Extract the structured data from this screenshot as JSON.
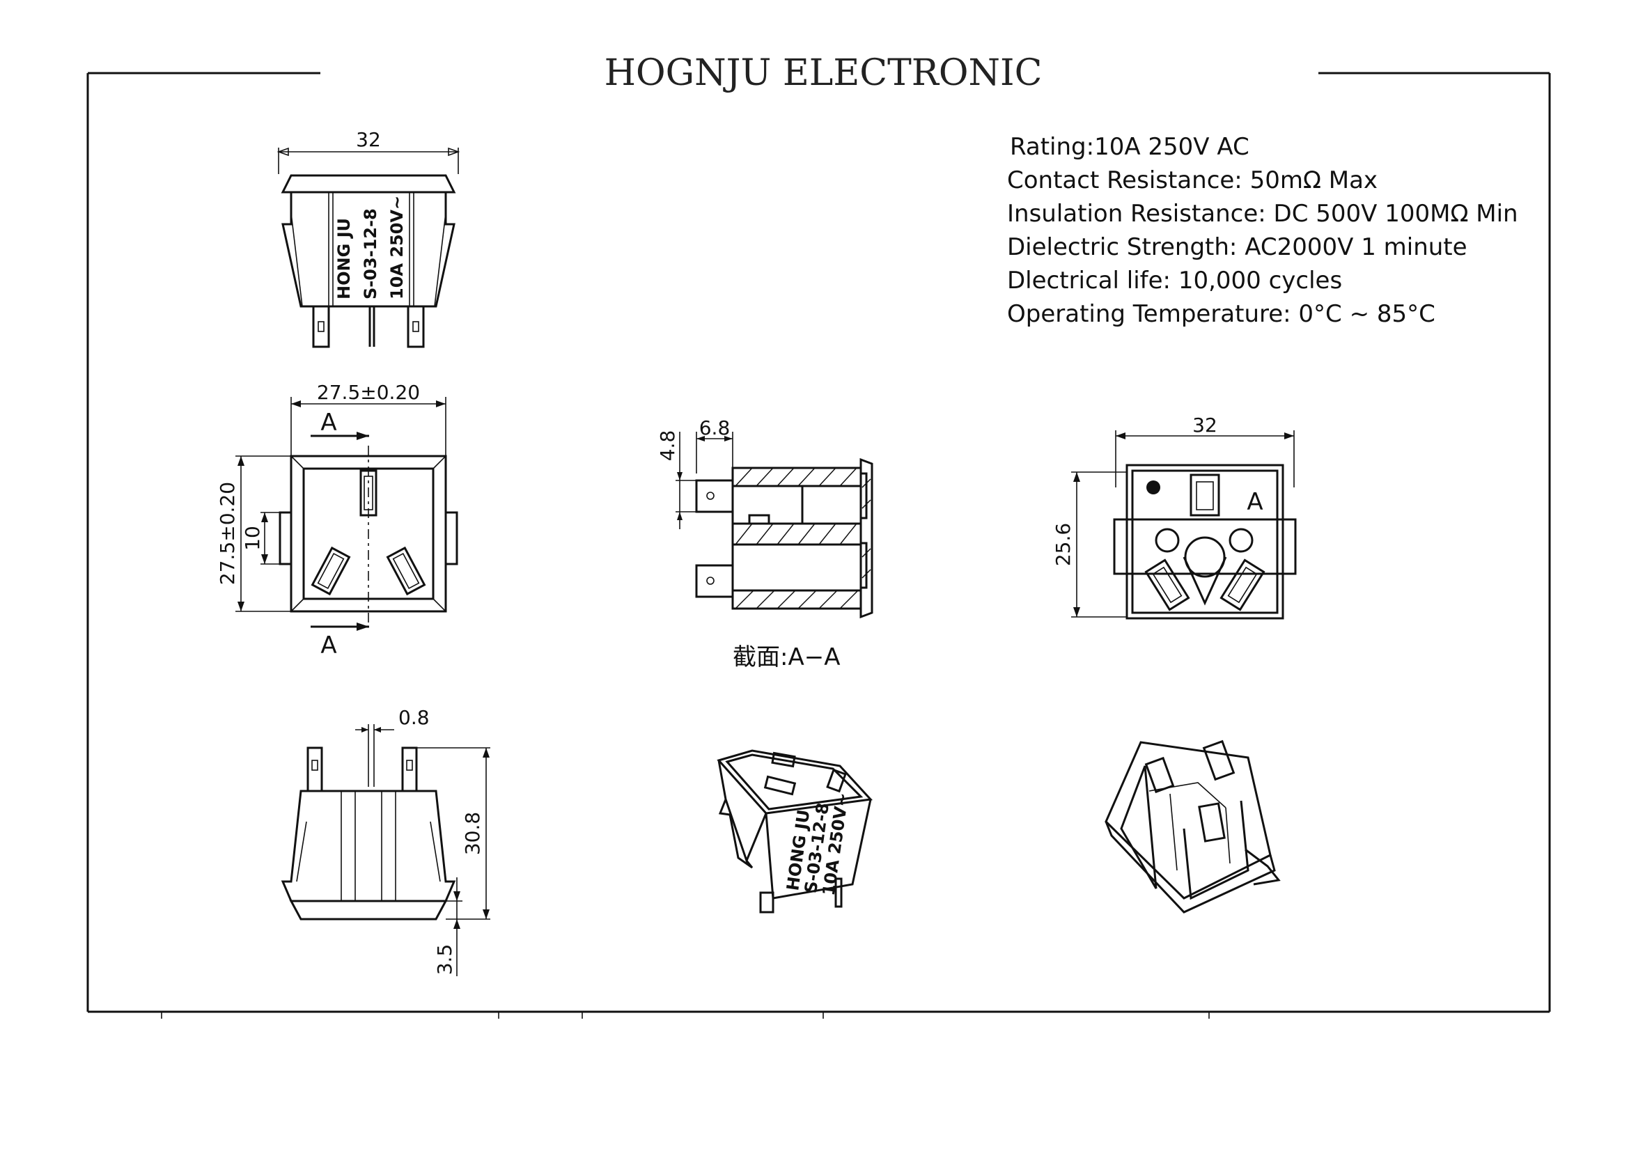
{
  "title": "HOGNJU ELECTRONIC",
  "specs": [
    "Rating:10A 250V AC",
    "Contact Resistance: 50mΩ Max",
    "Insulation Resistance: DC 500V 100MΩ Min",
    "Dielectric Strength: AC2000V 1 minute",
    "Dlectrical life: 10,000 cycles",
    "Operating Temperature:  0°C ~ 85°C"
  ],
  "product_marking": [
    "HONG  JU",
    "S-03-12-8",
    "10A  250V~"
  ],
  "dimensions": {
    "top_width": "32",
    "body_width": "27.5±0.20",
    "body_height": "27.5±0.20",
    "pin_spacing": "10",
    "section_offset_x": "6.8",
    "section_offset_y": "4.8",
    "rear_width": "32",
    "rear_height": "25.6",
    "pin_thickness": "0.8",
    "overall_height": "30.8",
    "flange_height": "3.5"
  },
  "section_marks": {
    "top": "A",
    "bottom": "A",
    "rear": "A"
  },
  "section_caption": "截面:A−A"
}
